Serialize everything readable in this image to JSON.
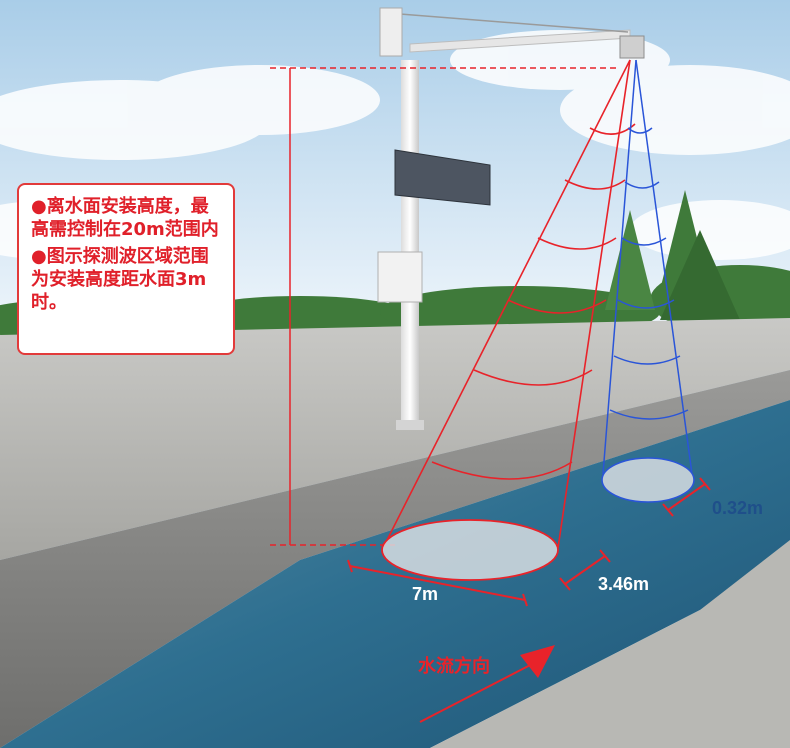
{
  "notes": {
    "bullet": "●",
    "line1": "离水面安装高度，最高需控制在20m范围内",
    "line2": "图示探测波区域范围为安装高度距水面3m时。"
  },
  "labels": {
    "width_7m": "7m",
    "width_346m": "3.46m",
    "width_032m": "0.32m",
    "flow_direction": "水流方向"
  },
  "colors": {
    "radar_wide": "#e8232a",
    "radar_narrow": "#2a55d8",
    "water": "#2f6f8f",
    "bank": "#8e8e8e",
    "sky": "#cfe3f3",
    "trees": "#3f7a3a"
  }
}
